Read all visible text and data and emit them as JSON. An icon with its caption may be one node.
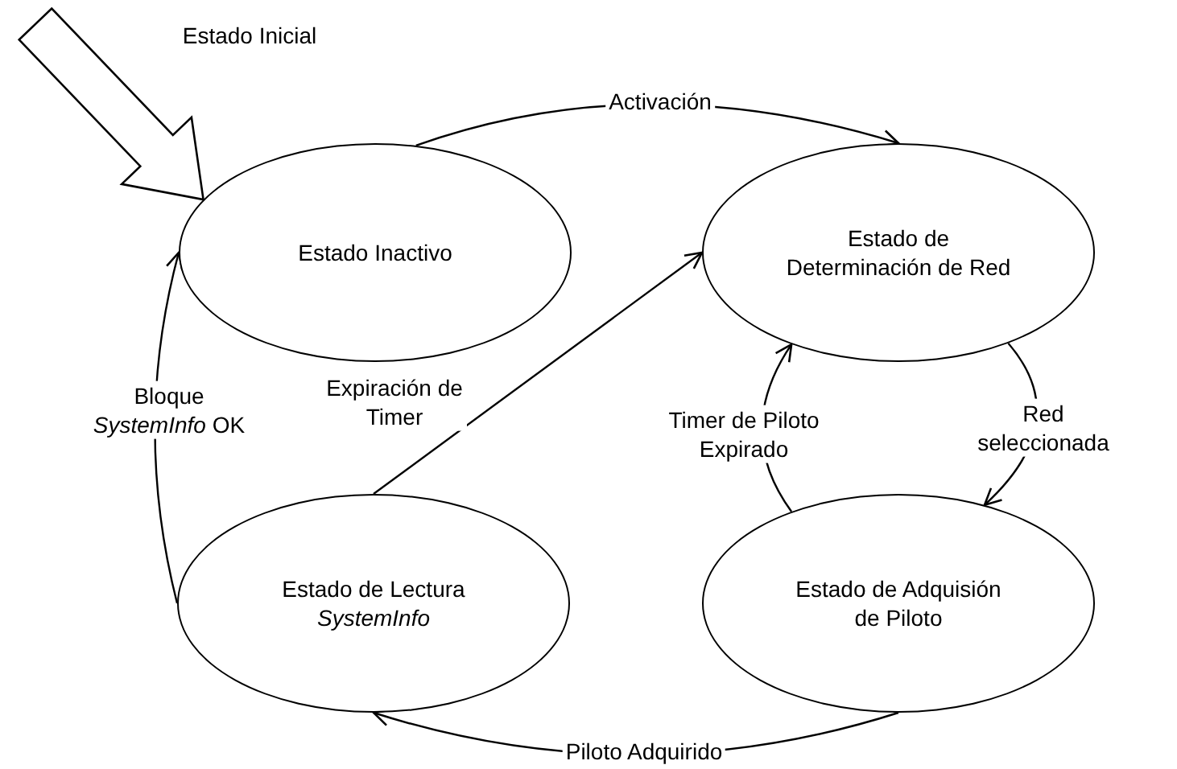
{
  "diagram": {
    "nodes": [
      {
        "text": [
          "Estado Inactivo"
        ]
      },
      {
        "text": [
          "Estado de Determinación de Red"
        ]
      },
      {
        "text": [
          "Estado de Lectura *SystemInfo*"
        ]
      },
      {
        "text": [
          "Estado de Adquisión de Piloto"
        ]
      }
    ],
    "edges": [
      {
        "from": null,
        "to": 0,
        "arrow": "to",
        "label": "Estado Inicial",
        "style": "thick"
      },
      {
        "from": 0,
        "to": 1,
        "arrow": "to",
        "label": "Activación"
      },
      {
        "from": 2,
        "to": 1,
        "arrow": "to",
        "label": "Expiración de Timer"
      },
      {
        "from": 1,
        "to": 3,
        "arrow": "to",
        "label": "Red seleccionada"
      },
      {
        "from": 3,
        "to": 1,
        "arrow": "to",
        "label": "Timer de Piloto Expirado"
      },
      {
        "from": 3,
        "to": 2,
        "arrow": "to",
        "label": "Piloto Adquirido"
      },
      {
        "from": 2,
        "to": 0,
        "arrow": "to",
        "label": "Bloque *SystemInfo* OK"
      }
    ]
  }
}
